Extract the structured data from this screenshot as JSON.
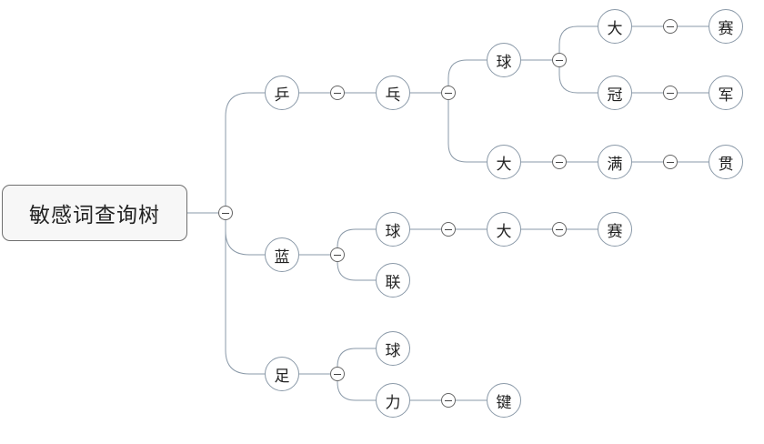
{
  "root": {
    "label": "敏感词查询树"
  },
  "tree": [
    {
      "label": "乒",
      "children": [
        {
          "label": "乓",
          "children": [
            {
              "label": "球",
              "children": [
                {
                  "label": "大",
                  "children": [
                    {
                      "label": "赛",
                      "children": []
                    }
                  ]
                },
                {
                  "label": "冠",
                  "children": [
                    {
                      "label": "军",
                      "children": []
                    }
                  ]
                }
              ]
            },
            {
              "label": "大",
              "children": [
                {
                  "label": "满",
                  "children": [
                    {
                      "label": "贯",
                      "children": []
                    }
                  ]
                }
              ]
            }
          ]
        }
      ]
    },
    {
      "label": "蓝",
      "children": [
        {
          "label": "球",
          "children": [
            {
              "label": "大",
              "children": [
                {
                  "label": "赛",
                  "children": []
                }
              ]
            }
          ]
        },
        {
          "label": "联",
          "children": []
        }
      ]
    },
    {
      "label": "足",
      "children": [
        {
          "label": "球",
          "children": []
        },
        {
          "label": "力",
          "children": [
            {
              "label": "键",
              "children": []
            }
          ]
        }
      ]
    }
  ],
  "colors": {
    "line": "#8a99a8",
    "node_border": "#8a99a8",
    "root_border": "#6f6f6f"
  },
  "icons": {
    "collapse": "minus-circle-icon"
  }
}
